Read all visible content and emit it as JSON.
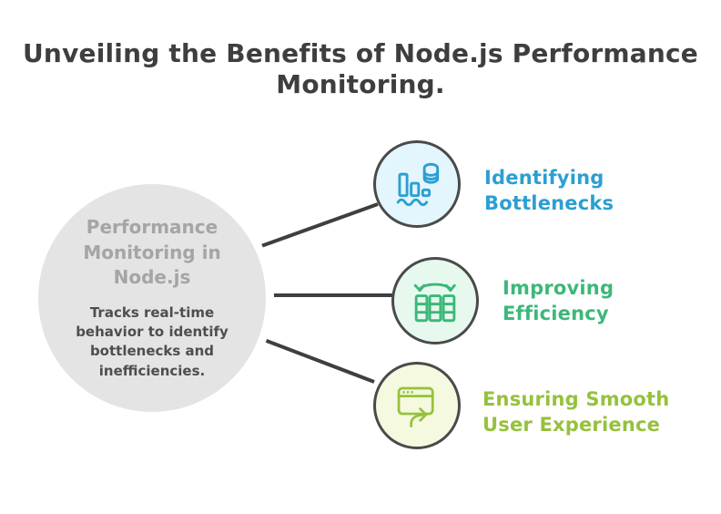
{
  "title": {
    "line1": "Unveiling the Benefits of Node.js Performance",
    "line2": "Monitoring."
  },
  "center_node": {
    "heading_lines": [
      "Performance",
      "Monitoring in",
      "Node.js"
    ],
    "description": "Tracks real-time behavior to identify bottlenecks and inefficiencies."
  },
  "items": [
    {
      "icon": "bar-chart-database-icon",
      "lines": [
        "Identifying",
        "Bottlenecks"
      ],
      "accent": "#2B9FD3",
      "circle_fill": "#E3F6FD"
    },
    {
      "icon": "columns-sync-icon",
      "lines": [
        "Improving",
        "Efficiency"
      ],
      "accent": "#3CB878",
      "circle_fill": "#E7F9EF"
    },
    {
      "icon": "browser-redirect-icon",
      "lines": [
        "Ensuring Smooth",
        "User Experience"
      ],
      "accent": "#96C13D",
      "circle_fill": "#F4F9DF"
    }
  ],
  "colors": {
    "title_text": "#3E3E3E",
    "center_fill": "#E4E4E4",
    "center_heading": "#A5A5A5",
    "center_description": "#4E4E4E",
    "connector": "#3F3F3F",
    "circle_border": "#4A4A4A"
  }
}
